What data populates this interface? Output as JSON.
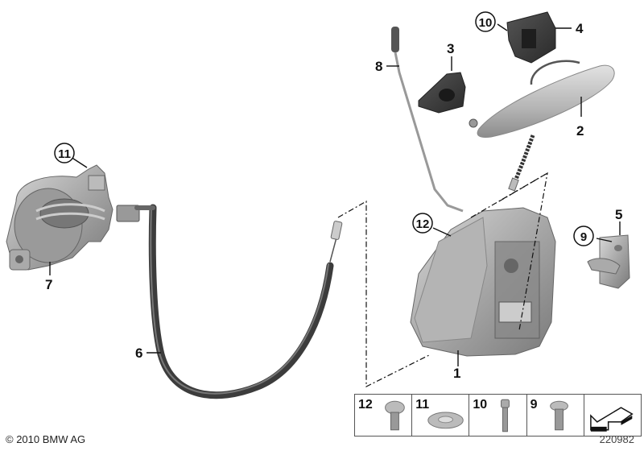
{
  "diagram": {
    "title": "Door lock / outer handle exploded view",
    "parts": [
      {
        "id": "1",
        "label": "1",
        "description": "Door lock"
      },
      {
        "id": "2",
        "label": "2",
        "description": "Outer door handle"
      },
      {
        "id": "3",
        "label": "3",
        "description": "Handle cap"
      },
      {
        "id": "4",
        "label": "4",
        "description": "Handle carrier"
      },
      {
        "id": "5",
        "label": "5",
        "description": "Striker plate"
      },
      {
        "id": "6",
        "label": "6",
        "description": "Bowden cable"
      },
      {
        "id": "7",
        "label": "7",
        "description": "Inner handle mechanism"
      },
      {
        "id": "8",
        "label": "8",
        "description": "Locking rod"
      }
    ],
    "circled_labels": [
      {
        "id": "9",
        "label": "9"
      },
      {
        "id": "10",
        "label": "10"
      },
      {
        "id": "11",
        "label": "11"
      },
      {
        "id": "12",
        "label": "12"
      }
    ]
  },
  "hardware_strip": {
    "cells": [
      {
        "label": "12",
        "icon": "pan-head-screw-icon"
      },
      {
        "label": "11",
        "icon": "lock-washer-icon"
      },
      {
        "label": "10",
        "icon": "socket-head-bolt-icon"
      },
      {
        "label": "9",
        "icon": "countersunk-screw-icon"
      },
      {
        "label": "",
        "icon": "direction-arrow-icon"
      }
    ]
  },
  "footer": {
    "copyright": "© 2010 BMW AG",
    "image_number": "220982"
  }
}
